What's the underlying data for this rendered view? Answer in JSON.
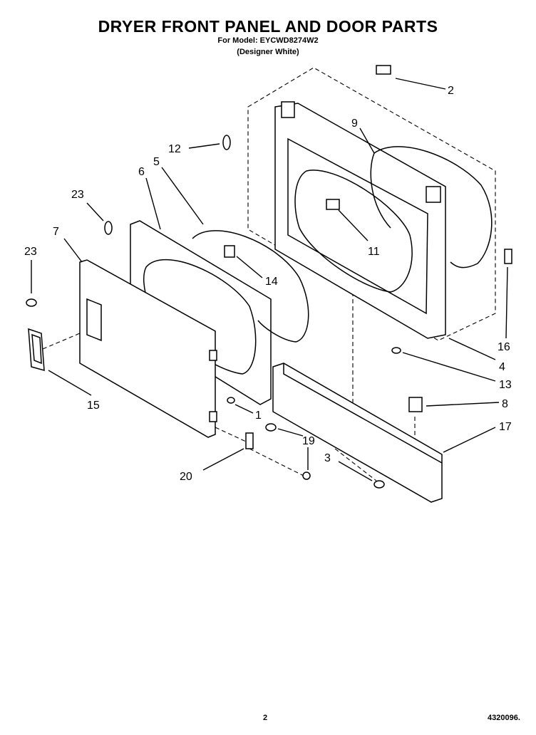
{
  "header": {
    "title": "DRYER FRONT PANEL AND DOOR PARTS",
    "model_line": "For Model: EYCWD8274W2",
    "color_line": "(Designer White)"
  },
  "footer": {
    "page_number": "2",
    "doc_code": "4320096."
  },
  "callouts": [
    "2",
    "9",
    "12",
    "5",
    "6",
    "23",
    "7",
    "23",
    "11",
    "14",
    "16",
    "4",
    "13",
    "15",
    "8",
    "1",
    "17",
    "19",
    "3",
    "20"
  ]
}
